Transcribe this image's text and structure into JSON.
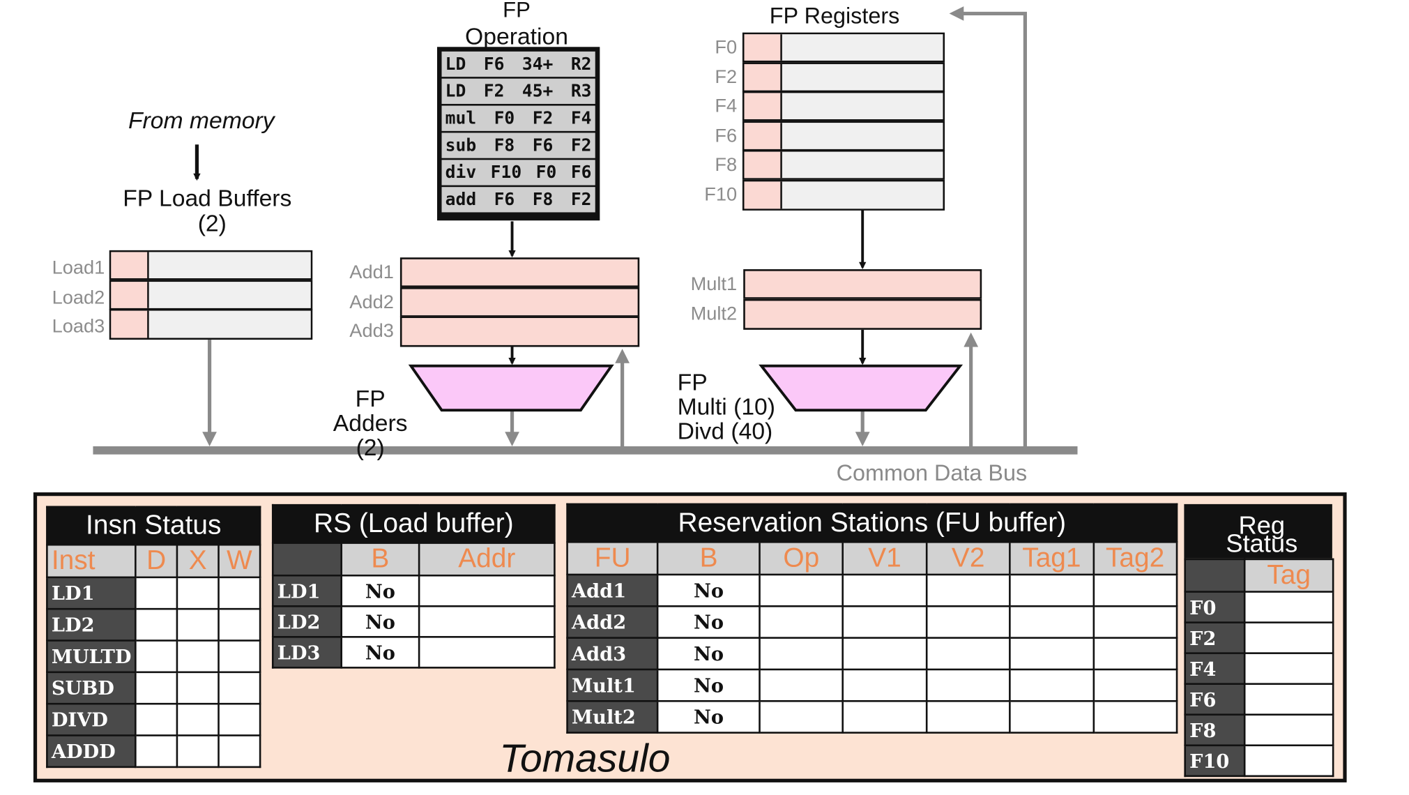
{
  "fp_operation": {
    "title_line1": "FP",
    "title_line2": "Operation",
    "instructions": [
      [
        "LD",
        "F6",
        "34+",
        "R2"
      ],
      [
        "LD",
        "F2",
        "45+",
        "R3"
      ],
      [
        "mul",
        "F0",
        "F2",
        "F4"
      ],
      [
        "sub",
        "F8",
        "F6",
        "F2"
      ],
      [
        "div",
        "F10",
        "F0",
        "F6"
      ],
      [
        "add",
        "F6",
        "F8",
        "F2"
      ]
    ]
  },
  "fp_registers": {
    "title": "FP Registers",
    "names": [
      "F0",
      "F2",
      "F4",
      "F6",
      "F8",
      "F10"
    ]
  },
  "memory": {
    "from_memory": "From memory",
    "load_buffers_title": "FP Load Buffers",
    "load_buffers_count": "(2)",
    "loads": [
      "Load1",
      "Load2",
      "Load3"
    ]
  },
  "adders": {
    "stations": [
      "Add1",
      "Add2",
      "Add3"
    ],
    "label_line1": "FP",
    "label_line2": "Adders",
    "label_line3": "(2)"
  },
  "multipliers": {
    "stations": [
      "Mult1",
      "Mult2"
    ],
    "label_line1": "FP",
    "label_line2": "Multi (10)",
    "label_line3": "Divd (40)"
  },
  "cdb_label": "Common Data Bus",
  "insn_status": {
    "title": "Insn Status",
    "columns": [
      "Inst",
      "D",
      "X",
      "W"
    ],
    "rows": [
      "LD1",
      "LD2",
      "MULTD",
      "SUBD",
      "DIVD",
      "ADDD"
    ]
  },
  "rs_load": {
    "title": "RS (Load buffer)",
    "columns": [
      "",
      "B",
      "Addr"
    ],
    "rows": [
      [
        "LD1",
        "No",
        ""
      ],
      [
        "LD2",
        "No",
        ""
      ],
      [
        "LD3",
        "No",
        ""
      ]
    ]
  },
  "rs_fu": {
    "title": "Reservation Stations (FU buffer)",
    "columns": [
      "FU",
      "B",
      "Op",
      "V1",
      "V2",
      "Tag1",
      "Tag2"
    ],
    "rows": [
      [
        "Add1",
        "No"
      ],
      [
        "Add2",
        "No"
      ],
      [
        "Add3",
        "No"
      ],
      [
        "Mult1",
        "No"
      ],
      [
        "Mult2",
        "No"
      ]
    ]
  },
  "reg_status": {
    "title_line1": "Reg",
    "title_line2": "Status",
    "columns": [
      "",
      "Tag"
    ],
    "rows": [
      "F0",
      "F2",
      "F4",
      "F6",
      "F8",
      "F10"
    ]
  },
  "footer_title": "Tomasulo",
  "colors": {
    "pink": "#fbd9d3",
    "alu": "#fbc8f8",
    "bus": "#8a8a8a",
    "panel_bg": "#fde3d3",
    "column_header_text": "#ee8a4f"
  }
}
